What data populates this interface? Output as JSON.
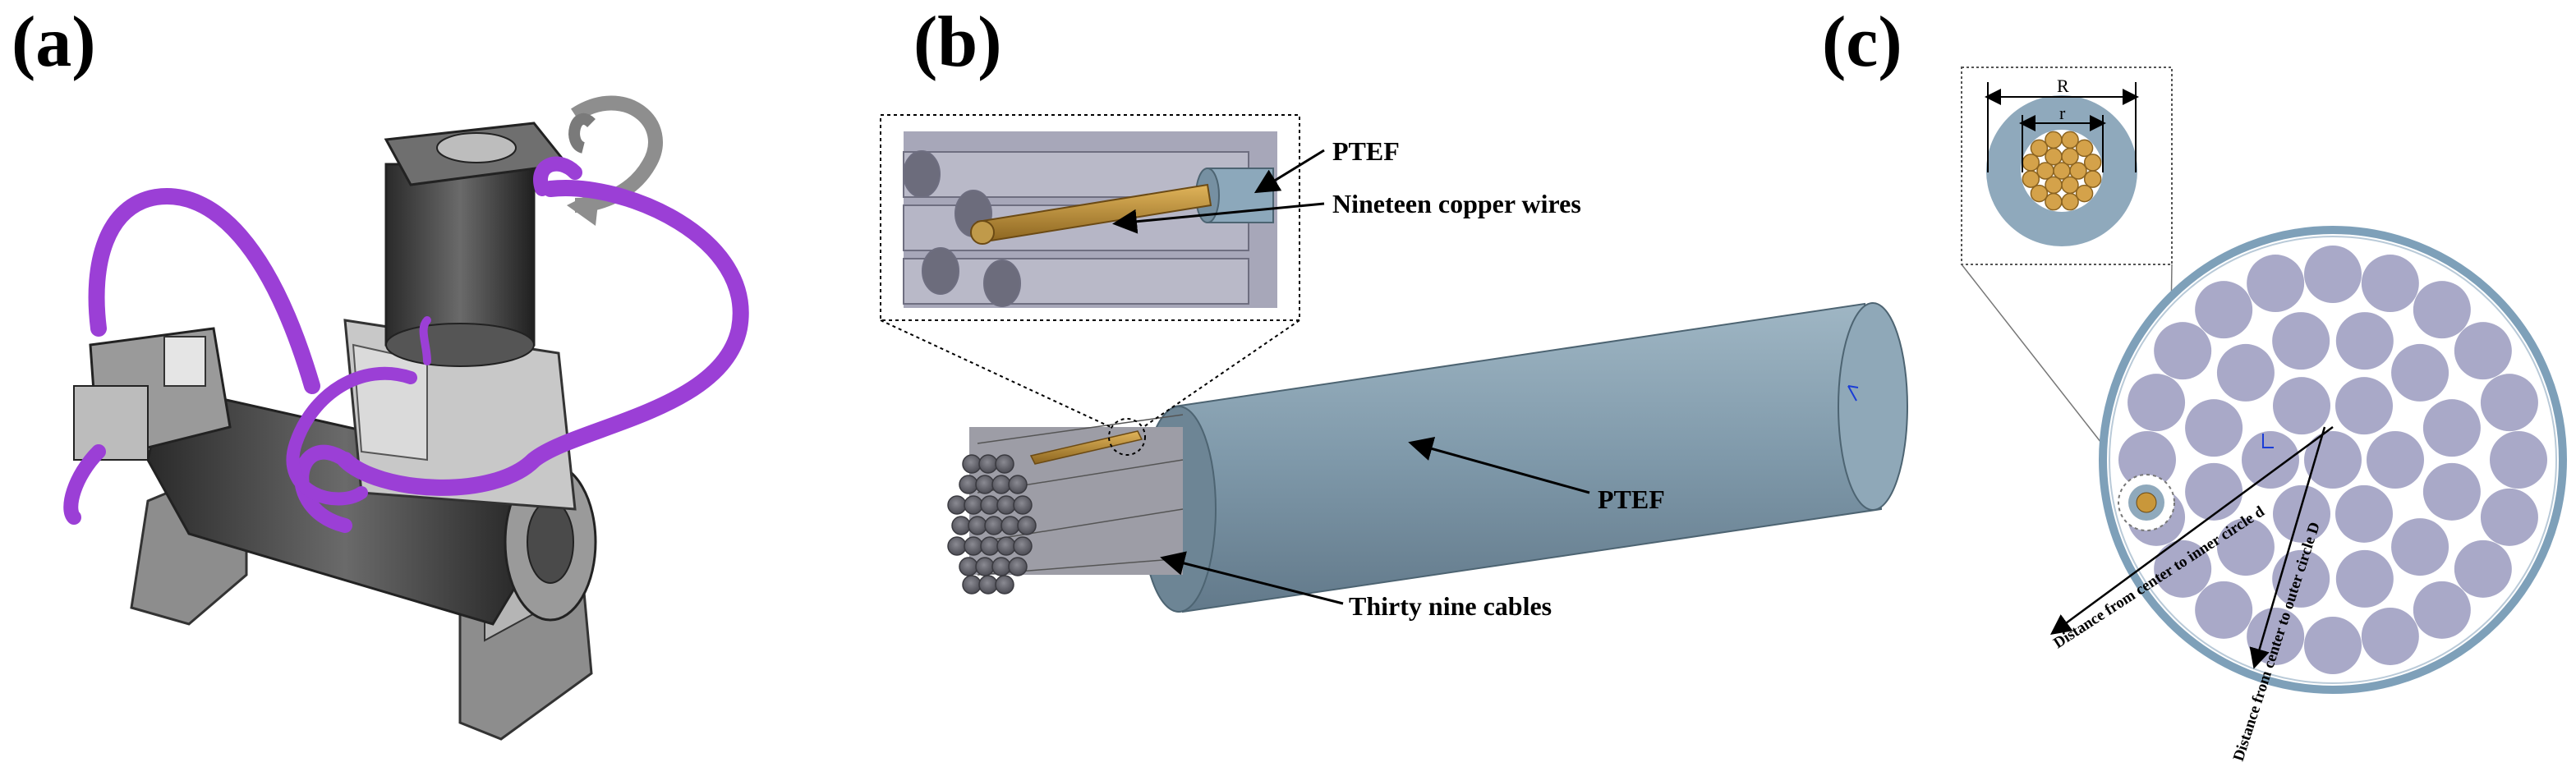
{
  "panels": {
    "a": {
      "letter": "(a)"
    },
    "b": {
      "letter": "(b)",
      "inset_label_ptef": "PTEF",
      "inset_label_wires": "Nineteen copper wires",
      "main_label_ptef": "PTEF",
      "main_label_cables": "Thirty nine cables"
    },
    "c": {
      "letter": "(c)",
      "label_R": "R",
      "label_r": "r",
      "label_inner": "Distance from center to inner circle d",
      "label_outer": "Distance from center to outer circle D"
    }
  },
  "colors": {
    "hose": "#9b3fd6",
    "ptef": "#7f99aa",
    "cable": "#a9a9c8",
    "copper": "#c9973a",
    "outer_ring": "#7ea0b9"
  }
}
